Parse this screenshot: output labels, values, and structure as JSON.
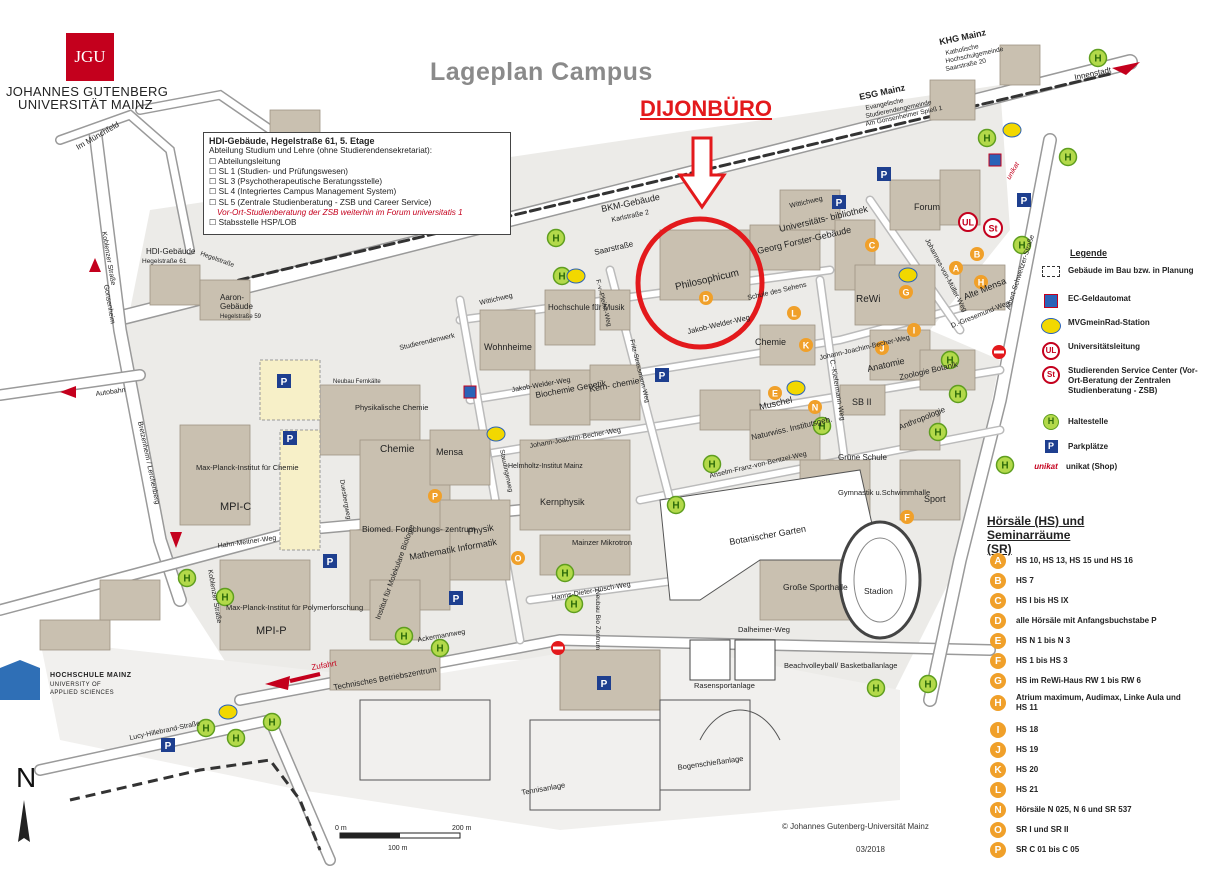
{
  "title": "Lageplan Campus",
  "annotation": "DIJONBÜRO",
  "logo": {
    "letters": "JGU",
    "line1": "JOHANNES GUTENBERG",
    "line2": "UNIVERSITÄT MAINZ"
  },
  "info_box": {
    "heading": "HDI-Gebäude, Hegelstraße 61, 5. Etage",
    "subheading": "Abteilung Studium und Lehre (ohne Studierendensekretariat):",
    "items": [
      "☐ Abteilungsleitung",
      "☐ SL 1 (Studien- und Prüfungswesen)",
      "☐ SL 3 (Psychotherapeutische Beratungsstelle)",
      "☐ SL 4 (Integriertes Campus Management System)",
      "☐ SL 5 (Zentrale Studienberatung - ZSB und Career Service)"
    ],
    "note": "Vor-Ort-Studienberatung der ZSB weiterhin im Forum universitatis 1",
    "last": "☐ Stabsstelle HSP/LOB"
  },
  "labels": {
    "bkm": "BKM-Gebäude",
    "bkm2": "Karlstraße 2",
    "esg": "ESG Mainz",
    "esg2": "Evangelische",
    "esg3": "Studierendengemeinde",
    "esg4": "Am Gonsenheimer Spieß 1",
    "khg": "KHG Mainz",
    "khg2": "Katholische",
    "khg3": "Hochschulgemeinde",
    "khg4": "Saarstraße 20",
    "innenstadt": "Innenstadt",
    "im_muenchfeld": "Im Münchfeld",
    "hdi": "HDI-Gebäude",
    "hdi2": "Hegelstraße 61",
    "aaron": "Aaron-",
    "aaron2": "Gebäude",
    "aaron3": "Hegelstraße 59",
    "hegelstr": "Hegelstraße",
    "saarstrasse": "Saarstraße",
    "wittichweg": "Wittichweg",
    "wittichweg2": "Wittichweg",
    "philosophicum": "Philosophicum",
    "georg_forster": "Georg Forster-Gebäude",
    "ub": "Universitäts- bibliothek",
    "schule": "Schule des Sehens",
    "forum": "Forum",
    "rewi": "ReWi",
    "alte_mensa": "Alte Mensa",
    "jakob_welder": "Jakob-Welder-Weg",
    "jakob_welder2": "Jakob-Welder-Weg",
    "chemie": "Chemie",
    "chemie2": "Chemie",
    "jjbecher": "Johann-Joachim-Becher-Weg",
    "jjbecher2": "Johann-Joachim-Becher-Weg",
    "anatomie": "Anatomie",
    "zoologie": "Zoologie Botanik",
    "sb2": "SB II",
    "muschel": "Muschel",
    "naturwiss": "Naturwiss. Institutsgeb.",
    "anthro": "Anthropologie",
    "gruene": "Grüne Schule",
    "anselm": "Anselm-Franz-von-Bentzel-Weg",
    "gymnastik": "Gymnastik u.Schwimmhalle",
    "sport": "Sport",
    "botgarten": "Botanischer Garten",
    "grosse_sporthalle": "Große Sporthalle",
    "stadion": "Stadion",
    "wohnheime": "Wohnheime",
    "hochschule_musik": "Hochschule für Musik",
    "studierendenwerk": "Studierendenwerk",
    "biochemie": "Biochemie Genetik",
    "kernchemie": "Kern- chemie",
    "pfeifer": "F.-v.-Pfeifer-Weg",
    "strassmann": "Fritz-Strassmann-Weg",
    "physik_chemie": "Physikalische Chemie",
    "neubau": "Neubau Fernkälte",
    "mensa": "Mensa",
    "helmholtz": "Helmholtz-Institut Mainz",
    "kernphysik": "Kernphysik",
    "mainzer_mikrotron": "Mainzer Mikrotron",
    "staudinger": "Staudingerweg",
    "mpi_c": "MPI-C",
    "mpi_c_name": "Max-Planck-Institut für Chemie",
    "mpi_p": "MPI-P",
    "mpi_p_name": "Max-Planck-Institut für Polymerforschung",
    "biomed": "Biomed. Forschungs- zentrum",
    "mathematik": "Mathematik Informatik",
    "physik": "Physik",
    "molbio": "Institut für Molekulare Biologie",
    "duesbergweg": "Duesbergweg",
    "hahn": "Hahn-Meitner-Weg",
    "hdhusch": "Hanns-Dieter-Hüsch-Weg",
    "neubau_bio": "Neubau Bio Zentrum",
    "ackermann": "Ackermannweg",
    "dalheimer": "Dalheimer-Weg",
    "zufahrt": "Zufahrt",
    "tech_betrieb": "Technisches Betriebszentrum",
    "rasensport": "Rasensportanlage",
    "beach": "Beachvolleyball/ Basketballanlage",
    "bogenschiess": "Bogenschießanlage",
    "tennis": "Tennisanlage",
    "lucy": "Lucy-Hillebrand-Straße",
    "koblenzer": "Koblenzer Straße",
    "koblenzer2": "Koblenzer Straße",
    "gonsenheim": "Gonsenheim",
    "autobahn": "Autobahn",
    "bretzenheim": "Bretzenheim / Lerchenberg",
    "albert": "Albert-Schweitzer-Straße",
    "gresemund": "D.-Gresemund-Weg",
    "jj_mueller": "Johannes-von-Müller-Weg",
    "ckiefer": "C.-Kiefermann-Weg",
    "unikat": "unikat"
  },
  "scale": {
    "zero": "0 m",
    "twohundred": "200 m",
    "hundred": "100 m"
  },
  "north": "N",
  "hochschule": {
    "line1": "HOCHSCHULE MAINZ",
    "line2": "UNIVERSITY OF",
    "line3": "APPLIED SCIENCES"
  },
  "legend": {
    "title": "Legende",
    "items": [
      {
        "icon": "dashed-box-icon",
        "text": "Gebäude im Bau bzw. in Planung"
      },
      {
        "icon": "ec-atm-icon",
        "text": "EC-Geldautomat"
      },
      {
        "icon": "bike-station-icon",
        "text": "MVGmeinRad-Station"
      },
      {
        "icon": "ul-icon",
        "text": "Universitätsleitung"
      },
      {
        "icon": "st-icon",
        "text": "Studierenden Service Center (Vor-Ort-Beratung der Zentralen Studienberatung - ZSB)"
      },
      {
        "icon": "bus-stop-icon",
        "text": "Haltestelle"
      },
      {
        "icon": "parking-icon",
        "text": "Parkplätze"
      },
      {
        "icon": "unikat-icon",
        "text": "unikat (Shop)"
      }
    ]
  },
  "hs_legend": {
    "title": "Hörsäle (HS) und Seminarräume (SR)",
    "items": [
      {
        "letter": "A",
        "text": "HS 10, HS 13, HS 15 und HS 16"
      },
      {
        "letter": "B",
        "text": "HS 7"
      },
      {
        "letter": "C",
        "text": "HS I  bis HS IX"
      },
      {
        "letter": "D",
        "text": "alle Hörsäle mit Anfangsbuchstabe P"
      },
      {
        "letter": "E",
        "text": "HS N 1 bis N 3"
      },
      {
        "letter": "F",
        "text": "HS 1 bis HS 3"
      },
      {
        "letter": "G",
        "text": "HS im ReWi-Haus  RW 1 bis RW 6"
      },
      {
        "letter": "H",
        "text": "Atrium maximum, Audimax, Linke Aula und HS 11"
      },
      {
        "letter": "I",
        "text": "HS 18"
      },
      {
        "letter": "J",
        "text": "HS 19"
      },
      {
        "letter": "K",
        "text": "HS 20"
      },
      {
        "letter": "L",
        "text": "HS 21"
      },
      {
        "letter": "N",
        "text": "Hörsäle N 025, N 6 und SR 537"
      },
      {
        "letter": "O",
        "text": "SR I und SR II"
      },
      {
        "letter": "P",
        "text": "SR C 01 bis C 05"
      }
    ]
  },
  "copyright": "© Johannes Gutenberg-Universität Mainz",
  "date": "03/2018",
  "colors": {
    "building": "#c9c0b0",
    "road": "#ffffff",
    "ground": "#ecebe8",
    "bus_green": "#7ec22e",
    "hs_orange": "#f0a02a",
    "red": "#e3191c",
    "parking": "#1e3f8f"
  }
}
